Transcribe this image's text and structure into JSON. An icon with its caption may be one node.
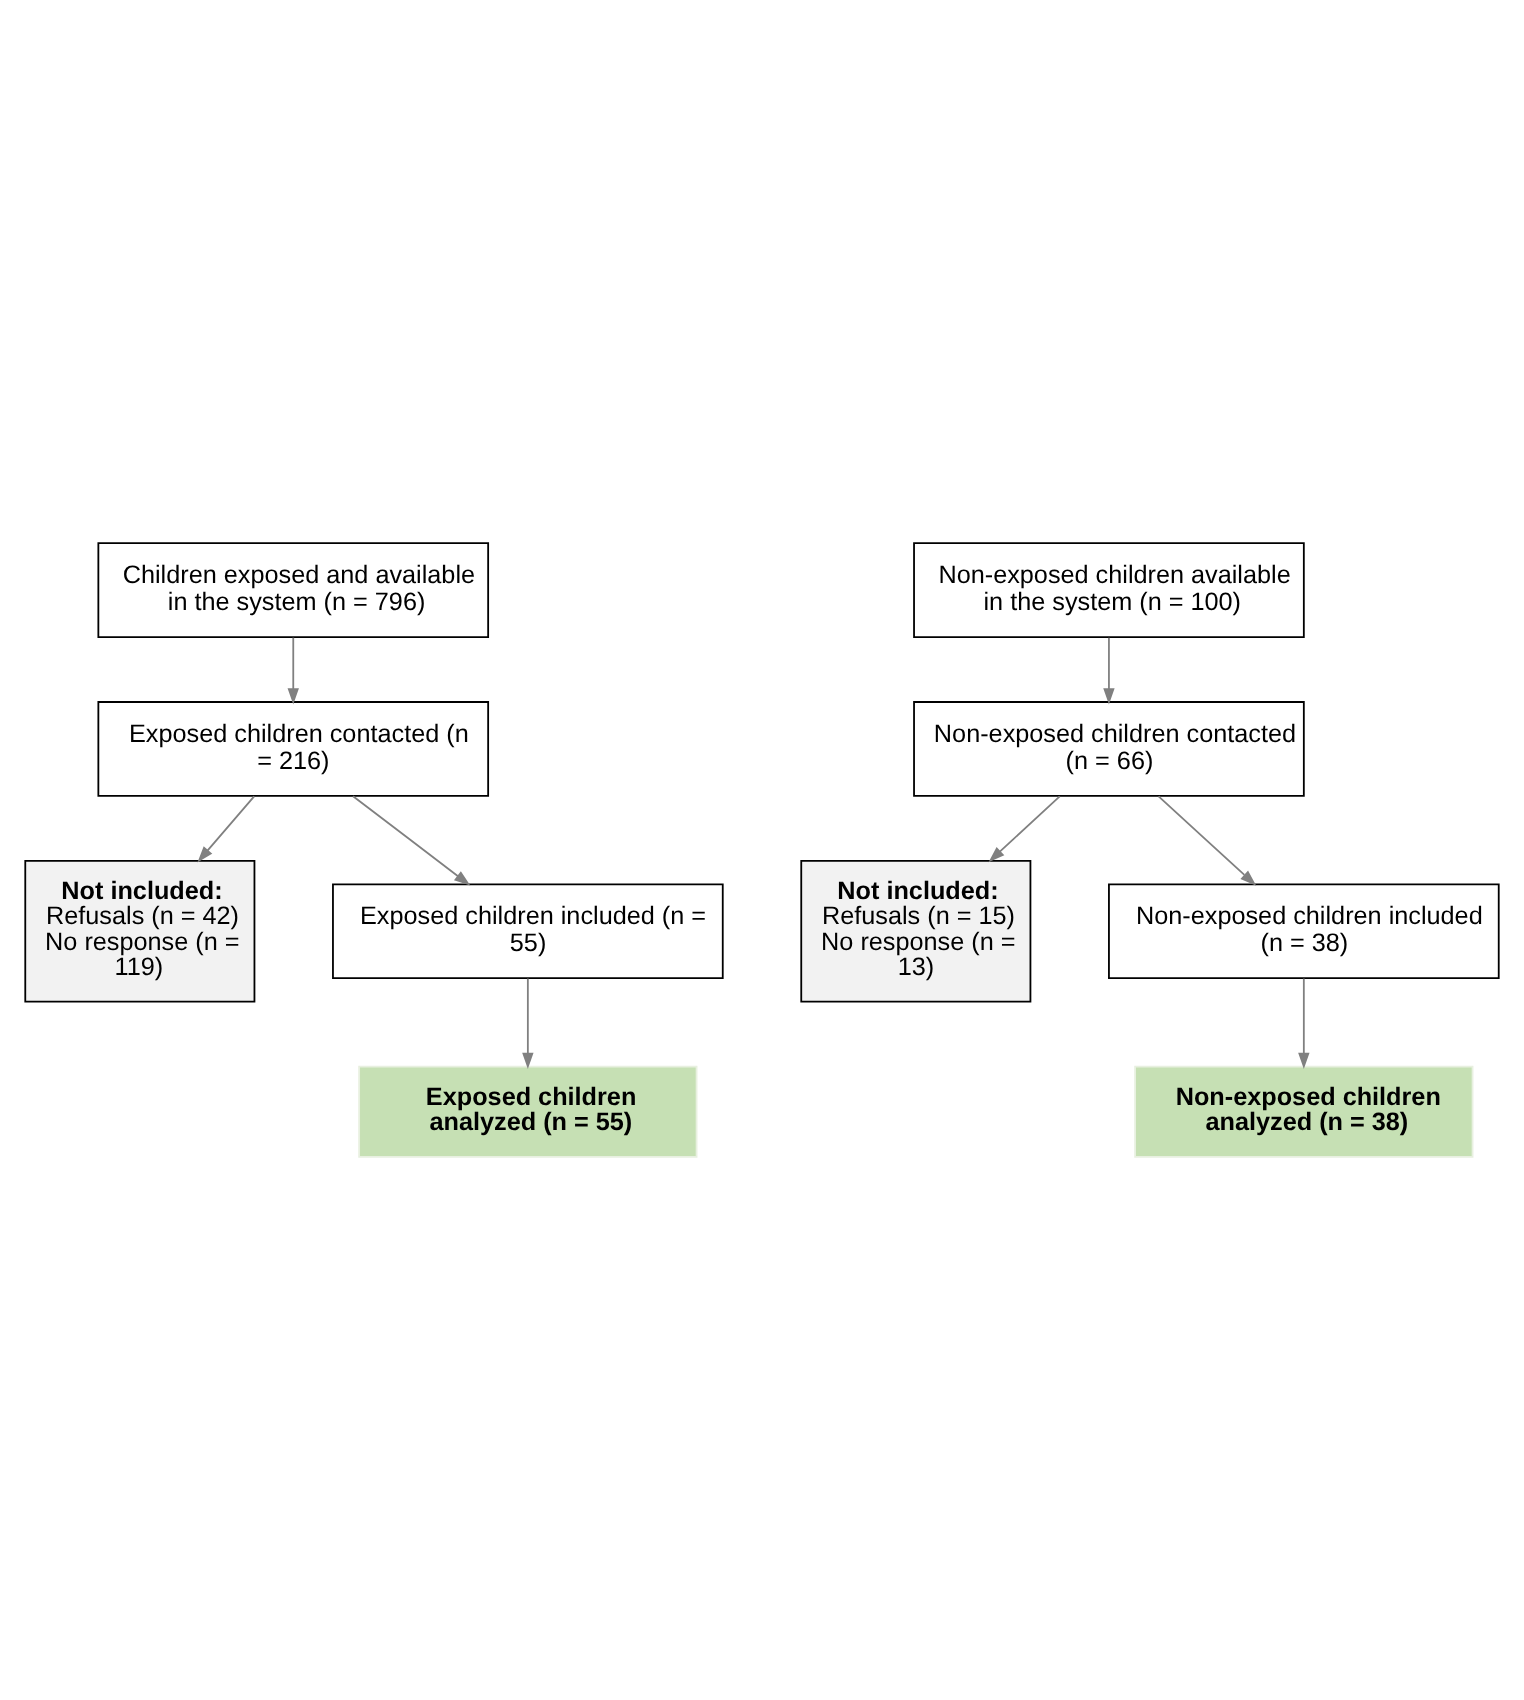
{
  "diagram": {
    "nodes": [
      {
        "text": [
          "Children exposed and available in the system (n = 796)"
        ]
      },
      {
        "text": [
          "Non-exposed children available in the system (n = 100)"
        ]
      },
      {
        "text": [
          "Exposed children contacted (n = 216)"
        ]
      },
      {
        "text": [
          "Non-exposed children contacted (n = 66)"
        ]
      },
      {
        "text": [
          "Not included:",
          "Refusals (n = 42) No response (n = 119)"
        ]
      },
      {
        "text": [
          "Not included:",
          "Refusals (n = 15) No response (n = 13)"
        ]
      },
      {
        "text": [
          "Exposed children included (n = 55)"
        ]
      },
      {
        "text": [
          "Non-exposed children included (n = 38)"
        ]
      },
      {
        "text": [
          "Exposed children analyzed (n = 55)"
        ]
      },
      {
        "text": [
          "Non-exposed children analyzed (n = 38)"
        ]
      }
    ],
    "edges": [
      {
        "from": 0,
        "to": 2,
        "arrow": "to"
      },
      {
        "from": 1,
        "to": 3,
        "arrow": "to"
      },
      {
        "from": 2,
        "to": 4,
        "arrow": "to"
      },
      {
        "from": 2,
        "to": 6,
        "arrow": "to"
      },
      {
        "from": 3,
        "to": 5,
        "arrow": "to"
      },
      {
        "from": 3,
        "to": 7,
        "arrow": "to"
      },
      {
        "from": 6,
        "to": 8,
        "arrow": "to"
      },
      {
        "from": 7,
        "to": 9,
        "arrow": "to"
      }
    ]
  }
}
